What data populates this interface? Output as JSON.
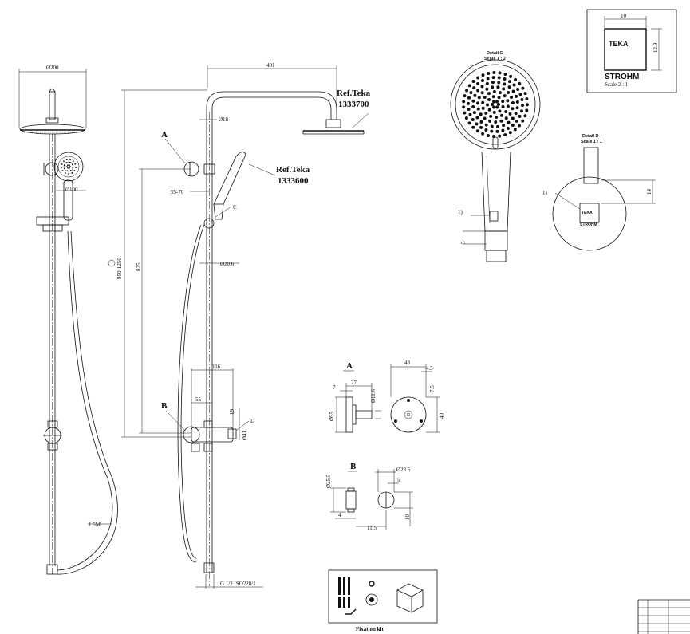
{
  "views": {
    "front": {
      "dim_head_width": "Ø200",
      "dim_hand_dia": "Ø100",
      "dim_hose": "1.5M"
    },
    "side": {
      "dim_arm_reach": "401",
      "dim_pipe_top": "Ø18",
      "dim_bracket": "55-70",
      "dim_pipe": "Ø20.6",
      "dim_height": "950-1250",
      "dim_825": "825",
      "dim_116": "116",
      "dim_55": "55",
      "dim_19": "19",
      "dim_41": "Ø41",
      "dim_thread": "G 1/2 ISO228/1",
      "label_A": "A",
      "label_B": "B",
      "label_C": "C",
      "label_D": "D",
      "ref_head_prefix": "Ref.Teka",
      "ref_head_code": "1333700",
      "ref_hand_prefix": "Ref.Teka",
      "ref_hand_code": "1333600"
    },
    "detail_a": {
      "title": "A",
      "dim_43": "43",
      "dim_4_5": "4.5",
      "dim_27": "27",
      "dim_7": "7",
      "dim_o11_6": "Ø11.6",
      "dim_7_5": "7.5",
      "dim_55": "Ø55",
      "dim_40": "40"
    },
    "detail_b": {
      "title": "B",
      "dim_o23_5": "Ø23.5",
      "dim_o25_5": "Ø25.5",
      "dim_5": "5",
      "dim_4": "4",
      "dim_11_5": "11.5",
      "dim_10": "10"
    },
    "detail_c": {
      "title": "Detail C",
      "scale": "Scale 1 : 2",
      "callout": "1)",
      "dim_5": "5"
    },
    "detail_d": {
      "title": "Detail D",
      "scale": "Scale 1 : 1",
      "callout": "1)",
      "dim_14": "14"
    },
    "logo_box": {
      "dim_width": "10",
      "dim_height": "12.9",
      "scale": "Scale 2 : 1",
      "brand_top": "TEKA",
      "brand_bottom": "STROHM"
    },
    "fixation_kit": {
      "title": "Fixation kit"
    }
  }
}
